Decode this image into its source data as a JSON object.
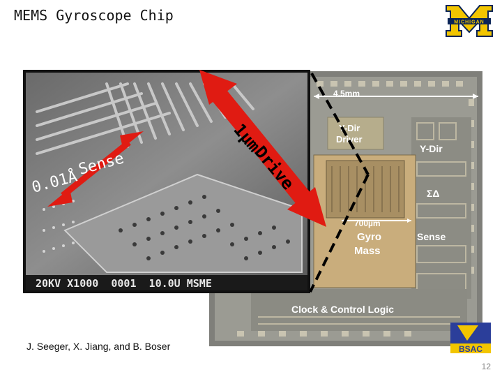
{
  "slide": {
    "title": "MEMS Gyroscope Chip",
    "credit": "J. Seeger, X. Jiang, and B. Boser",
    "page_number": "12"
  },
  "logos": {
    "michigan_text": "MICHIGAN",
    "bsac_text": "BSAC"
  },
  "chip": {
    "dimension_label": "4.5mm",
    "ydir_driver_line1": "Y-Dir",
    "ydir_driver_line2": "Driver",
    "ydir_right": "Y-Dir",
    "sigma_delta": "ΣΔ",
    "mass_size": "700µm",
    "gyro_line1": "Gyro",
    "gyro_line2": "Mass",
    "sense": "Sense",
    "clock_logic": "Clock & Control Logic"
  },
  "sem": {
    "banner": "20KV X1000  0001  10.0U MSME"
  },
  "annotations": {
    "sense_label": "Sense",
    "sense_amount": "0.01Å",
    "drive_amount": "1µm",
    "drive_label": "Drive"
  },
  "colors": {
    "arrow_red": "#e01b12",
    "michigan_blue": "#0a2457",
    "michigan_maize": "#f2c500"
  }
}
